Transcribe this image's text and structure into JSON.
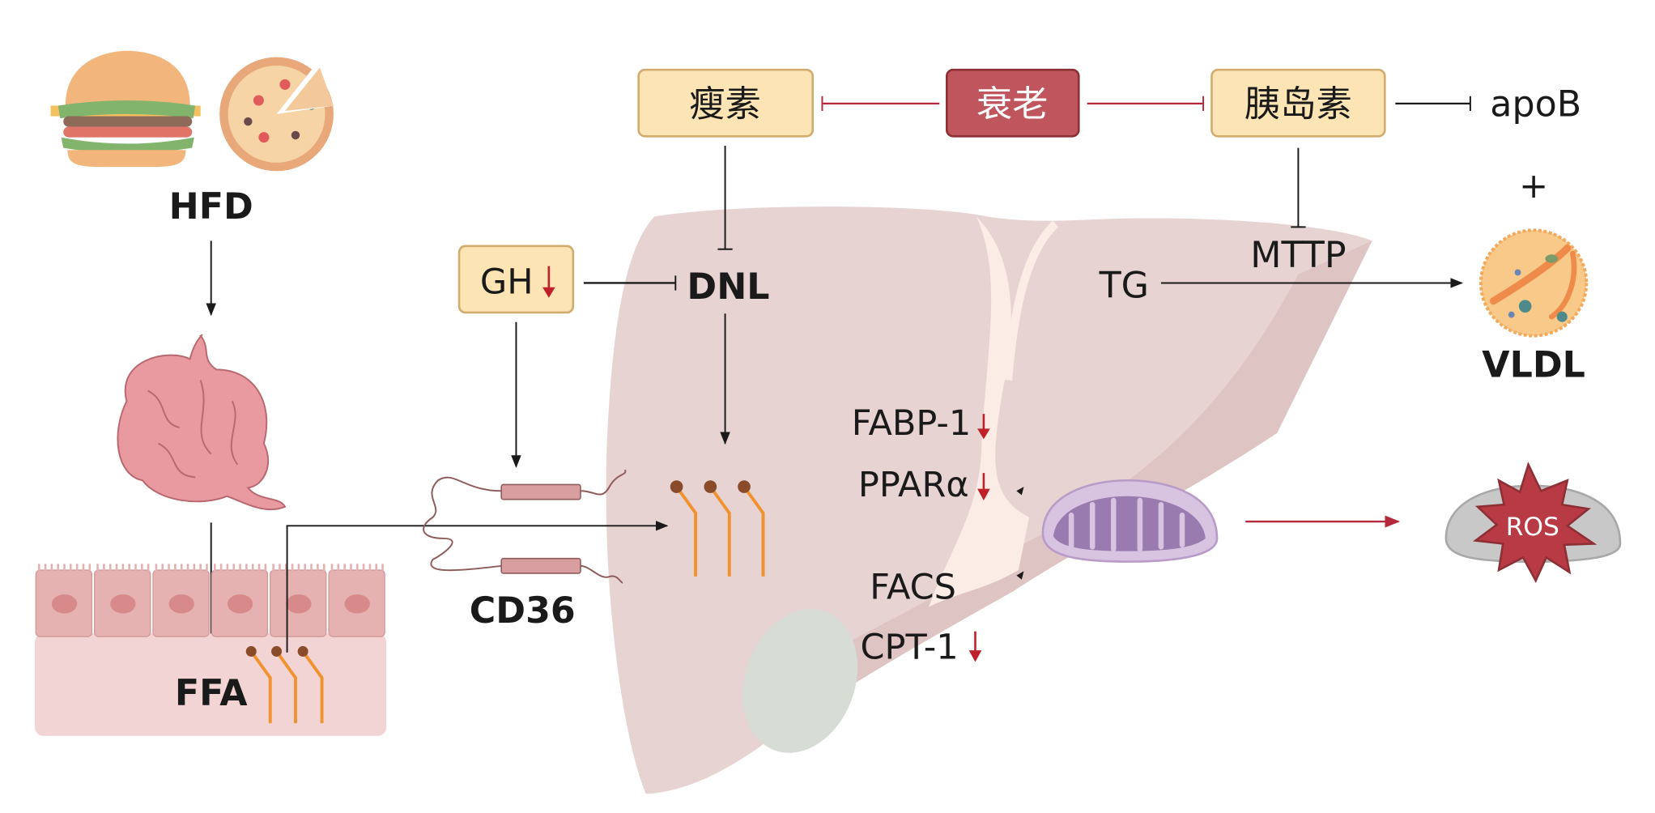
{
  "nodes": {
    "hfd": "HFD",
    "ffa": "FFA",
    "cd36": "CD36",
    "gh": "GH",
    "dnl": "DNL",
    "leptin": "瘦素",
    "aging": "衰老",
    "insulin": "胰岛素",
    "apob": "apoB",
    "plus": "+",
    "mttp": "MTTP",
    "tg": "TG",
    "vldl": "VLDL",
    "fabp1": "FABP-1",
    "ppara": "PPARα",
    "facs": "FACS",
    "cpt1": "CPT-1",
    "ros": "ROS"
  },
  "colors": {
    "box_fill": "#fde4b4",
    "box_stroke": "#d2ab6e",
    "aging_fill": "#c0565d",
    "aging_stroke": "#8e2f35",
    "inhibit_red": "#b5283a",
    "liver": "#e8d2d2",
    "liver_dark": "#dfc3c3",
    "down_arrow": "#c0202a"
  }
}
